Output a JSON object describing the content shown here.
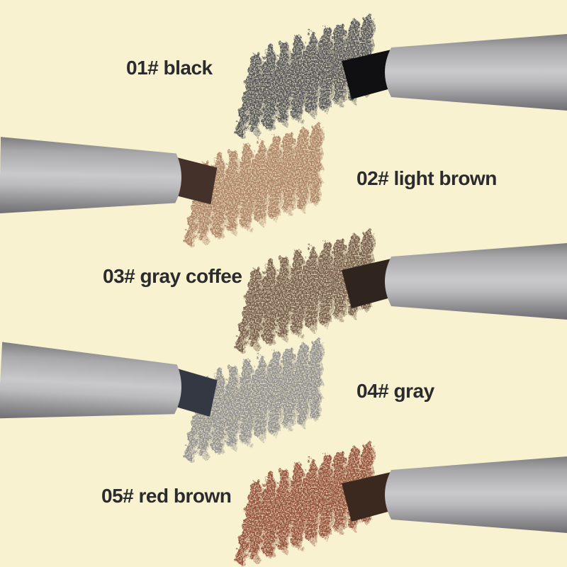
{
  "background_color": "#f9f2d0",
  "label_text_color": "#2b2b2d",
  "pencil_body_color": "#b5b5b7",
  "shades": [
    {
      "number": "01#",
      "name": "black",
      "label": "01# black",
      "swatch_color": "#4f4f54",
      "tip_color": "#101013",
      "pencil_side": "right",
      "label_side": "left"
    },
    {
      "number": "02#",
      "name": "light brown",
      "label": "02# light brown",
      "swatch_color": "#a97f62",
      "tip_color": "#44312a",
      "pencil_side": "left",
      "label_side": "right"
    },
    {
      "number": "03#",
      "name": "gray coffee",
      "label": "03# gray coffee",
      "swatch_color": "#6f5645",
      "tip_color": "#30241e",
      "pencil_side": "right",
      "label_side": "left"
    },
    {
      "number": "04#",
      "name": "gray",
      "label": "04# gray",
      "swatch_color": "#8d8b8c",
      "tip_color": "#343843",
      "pencil_side": "left",
      "label_side": "right"
    },
    {
      "number": "05#",
      "name": "red brown",
      "label": "05# red brown",
      "swatch_color": "#8f4a35",
      "tip_color": "#3b281f",
      "pencil_side": "right",
      "label_side": "left"
    }
  ]
}
